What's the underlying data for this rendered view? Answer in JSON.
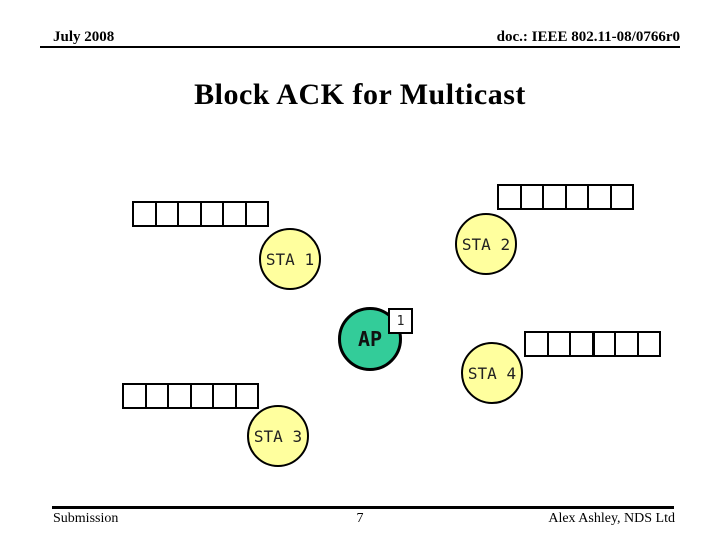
{
  "slide": {
    "header": {
      "date": "July 2008",
      "doc_number": "doc.: IEEE 802.11-08/0766r0"
    },
    "title": "Block ACK for Multicast",
    "diagram": {
      "frame_grid_cells": 6,
      "nodes": {
        "sta1": "STA 1",
        "sta2": "STA 2",
        "sta3": "STA 3",
        "sta4": "STA 4",
        "ap": "AP"
      },
      "ap_badge": "1"
    },
    "footer": {
      "submission": "Submission",
      "page_number": "7",
      "author": "Alex Ashley, NDS Ltd"
    },
    "colors": {
      "station_fill": "#FFFF9E",
      "ap_fill": "#33CC99",
      "border": "#000000",
      "background": "#FFFFFF"
    }
  }
}
